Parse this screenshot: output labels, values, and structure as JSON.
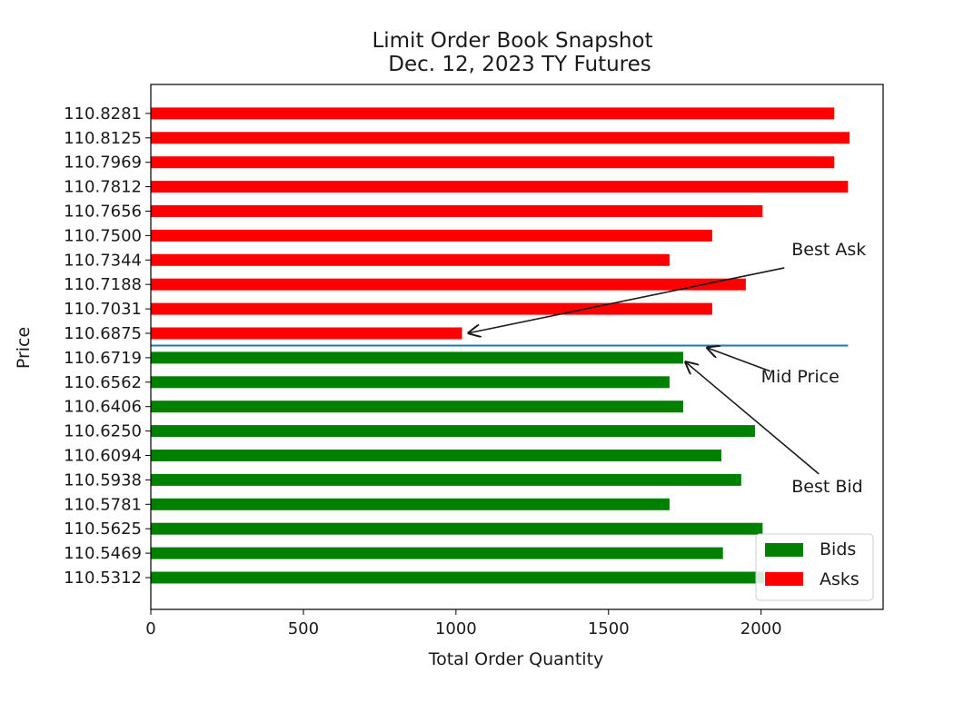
{
  "chart_data": {
    "type": "bar",
    "orientation": "horizontal",
    "title": "Limit Order Book Snapshot",
    "subtitle": "Dec. 12, 2023 TY Futures",
    "xlabel": "Total Order Quantity",
    "ylabel": "Price",
    "xlim": [
      0,
      2400
    ],
    "x_ticks": [
      0,
      500,
      1000,
      1500,
      2000
    ],
    "grid": false,
    "legend_position": "lower-right",
    "categories": [
      "110.5312",
      "110.5469",
      "110.5625",
      "110.5781",
      "110.5938",
      "110.6094",
      "110.6250",
      "110.6406",
      "110.6562",
      "110.6719",
      "110.6875",
      "110.7031",
      "110.7188",
      "110.7344",
      "110.7500",
      "110.7656",
      "110.7812",
      "110.7969",
      "110.8125",
      "110.8281"
    ],
    "series": [
      {
        "name": "Bids",
        "color": "#008000",
        "values": [
          2010,
          1875,
          2005,
          1700,
          1935,
          1870,
          1980,
          1745,
          1700,
          1745,
          null,
          null,
          null,
          null,
          null,
          null,
          null,
          null,
          null,
          null
        ]
      },
      {
        "name": "Asks",
        "color": "#ff0000",
        "values": [
          null,
          null,
          null,
          null,
          null,
          null,
          null,
          null,
          null,
          null,
          1020,
          1840,
          1950,
          1700,
          1840,
          2005,
          2285,
          2240,
          2290,
          2240
        ]
      }
    ],
    "mid_price": {
      "label": "Mid Price",
      "color": "#1f77b4",
      "x_range": [
        0,
        2285
      ]
    },
    "annotations": [
      {
        "text": "Best Ask",
        "target_price": "110.6875",
        "target_qty": 1020,
        "text_qty": 2100,
        "text_row": 13.2
      },
      {
        "text": "Mid Price",
        "target_qty": 1820,
        "text_qty": 2000,
        "text_row": 8.0
      },
      {
        "text": "Best Bid",
        "target_qty": 1750,
        "text_qty": 2100,
        "text_row": 3.5
      }
    ]
  }
}
